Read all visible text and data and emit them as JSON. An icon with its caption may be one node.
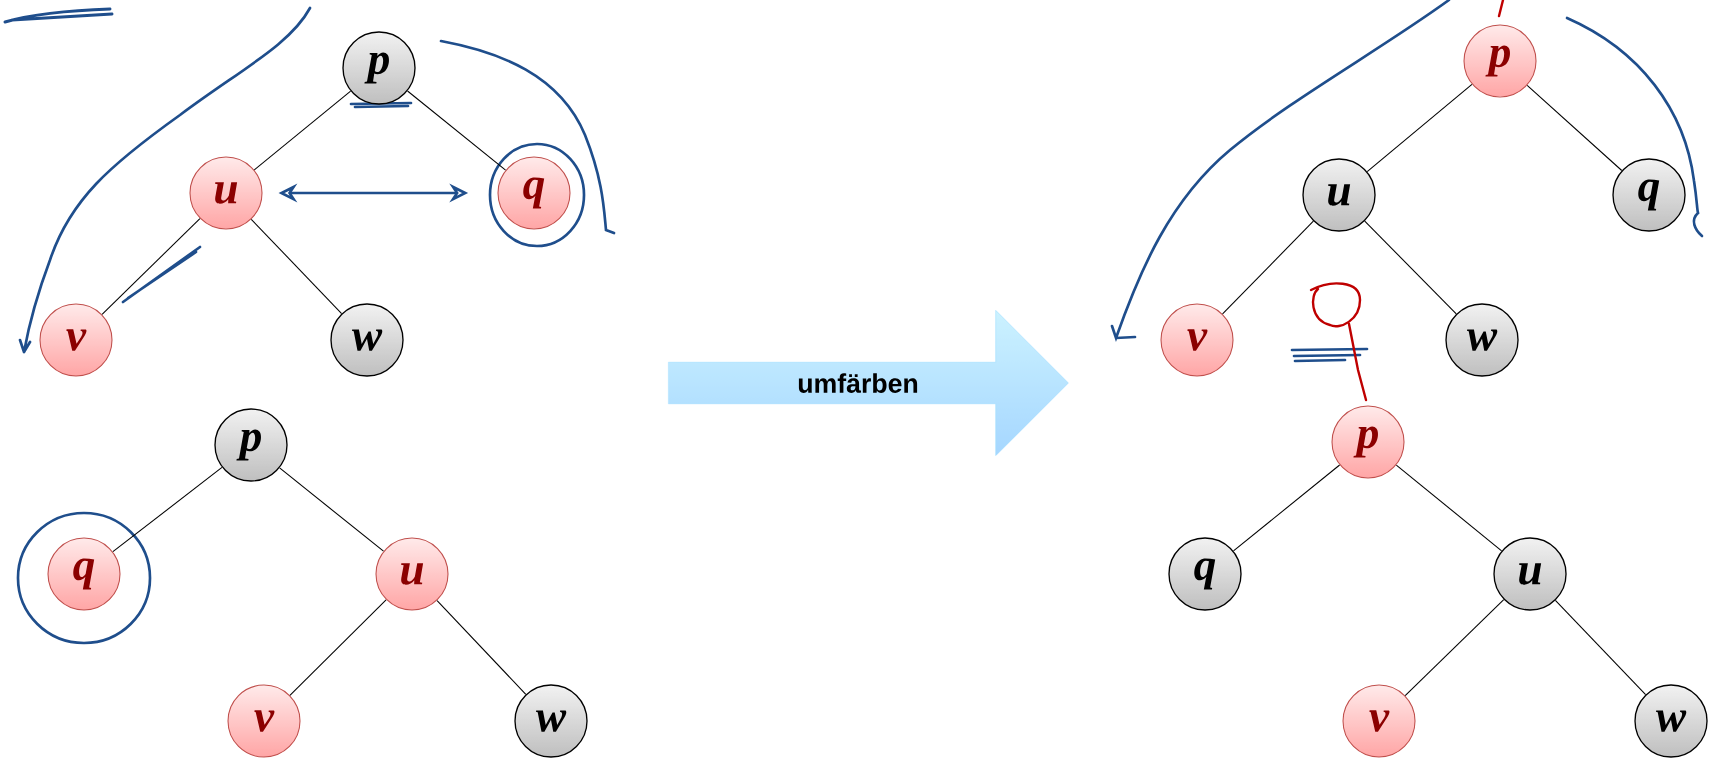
{
  "diagram": {
    "nodes": [
      {
        "text": [
          "p"
        ]
      },
      {
        "text": [
          "u"
        ]
      },
      {
        "text": [
          "q"
        ]
      },
      {
        "text": [
          "v"
        ]
      },
      {
        "text": [
          "w"
        ]
      },
      {
        "text": [
          "umfärben"
        ]
      },
      {
        "text": [
          "p"
        ]
      },
      {
        "text": [
          "u"
        ]
      },
      {
        "text": [
          "q"
        ]
      },
      {
        "text": [
          "v"
        ]
      },
      {
        "text": [
          "w"
        ]
      },
      {
        "text": [
          "p"
        ]
      },
      {
        "text": [
          "q"
        ]
      },
      {
        "text": [
          "u"
        ]
      },
      {
        "text": [
          "v"
        ]
      },
      {
        "text": [
          "w"
        ]
      },
      {
        "text": [
          "p"
        ]
      },
      {
        "text": [
          "q"
        ]
      },
      {
        "text": [
          "u"
        ]
      },
      {
        "text": [
          "v"
        ]
      },
      {
        "text": [
          "w"
        ]
      }
    ],
    "edges": [
      {
        "from": 0,
        "to": 1,
        "arrow": "none"
      },
      {
        "from": 0,
        "to": 2,
        "arrow": "none"
      },
      {
        "from": 1,
        "to": 3,
        "arrow": "none"
      },
      {
        "from": 1,
        "to": 4,
        "arrow": "none"
      },
      {
        "from": 1,
        "to": 2,
        "arrow": "both",
        "color": "#1f4e8c"
      },
      {
        "from": 6,
        "to": 7,
        "arrow": "none"
      },
      {
        "from": 6,
        "to": 8,
        "arrow": "none"
      },
      {
        "from": 7,
        "to": 9,
        "arrow": "none"
      },
      {
        "from": 7,
        "to": 10,
        "arrow": "none"
      },
      {
        "from": 11,
        "to": 12,
        "arrow": "none"
      },
      {
        "from": 11,
        "to": 13,
        "arrow": "none"
      },
      {
        "from": 13,
        "to": 14,
        "arrow": "none"
      },
      {
        "from": 13,
        "to": 15,
        "arrow": "none"
      },
      {
        "from": 16,
        "to": 17,
        "arrow": "none"
      },
      {
        "from": 16,
        "to": 18,
        "arrow": "none"
      },
      {
        "from": 18,
        "to": 19,
        "arrow": "none"
      },
      {
        "from": 18,
        "to": 20,
        "arrow": "none"
      }
    ]
  }
}
